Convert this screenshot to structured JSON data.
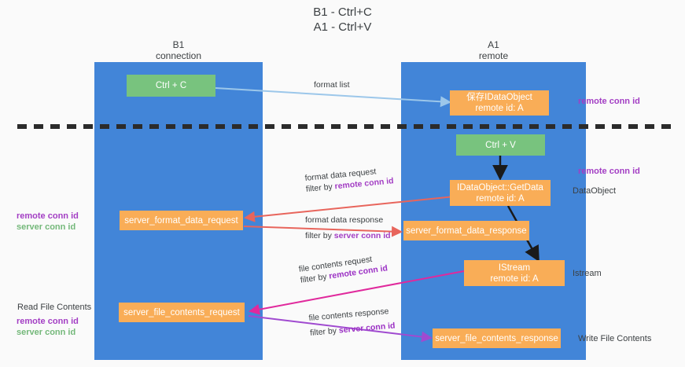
{
  "title": {
    "line1": "B1 - Ctrl+C",
    "line2": "A1 - Ctrl+V"
  },
  "columns": [
    {
      "id": "b1",
      "line1": "B1",
      "line2": "connection"
    },
    {
      "id": "a1",
      "line1": "A1",
      "line2": "remote"
    }
  ],
  "nodes": {
    "ctrl_c": {
      "label": "Ctrl + C"
    },
    "ctrl_v": {
      "label": "Ctrl + V"
    },
    "save_dataobject": {
      "line1": "保存IDataObject",
      "line2": "remote id: A"
    },
    "getdata": {
      "line1": "IDataObject::GetData",
      "line2": "remote id: A"
    },
    "istream": {
      "line1": "IStream",
      "line2": "remote id: A"
    },
    "server_format_data_request": {
      "label": "server_format_data_request"
    },
    "server_format_data_response": {
      "label": "server_format_data_response"
    },
    "server_file_contents_request": {
      "label": "server_file_contents_request"
    },
    "server_file_contents_response": {
      "label": "server_file_contents_response"
    }
  },
  "edges": {
    "format_list": {
      "label": "format list"
    },
    "format_data_request": {
      "line1": "format data request",
      "filter_prefix": "filter by ",
      "filter_key": "remote conn id"
    },
    "format_data_response": {
      "line1": "format data response",
      "filter_prefix": "filter by ",
      "filter_key": "server conn id"
    },
    "file_contents_request": {
      "line1": "file contents request",
      "filter_prefix": "filter by ",
      "filter_key": "remote conn id"
    },
    "file_contents_response": {
      "line1": "file contents response",
      "filter_prefix": "filter by ",
      "filter_key": "server conn id"
    }
  },
  "right_notes": {
    "remote_conn_id_top": "remote conn id",
    "remote_conn_id_mid": "remote conn id",
    "dataobject": "DataObject",
    "istream": "Istream",
    "write_file_contents": "Write File Contents"
  },
  "left_notes": {
    "remote_conn_id": "remote conn id",
    "server_conn_id": "server conn id",
    "read_file_contents": "Read File Contents",
    "remote_conn_id_2": "remote conn id",
    "server_conn_id_2": "server conn id"
  },
  "colors": {
    "lane": "#4285d8",
    "green_node": "#78c37e",
    "orange_node": "#f9ad57",
    "light_blue_arrow": "#9cc7ea",
    "red_arrow": "#e8655c",
    "magenta_arrow": "#e0299c",
    "violet_arrow": "#a04ad0",
    "black_arrow": "#1a1a1a",
    "purple_text": "#a33ec4",
    "green_text": "#74b87a"
  }
}
